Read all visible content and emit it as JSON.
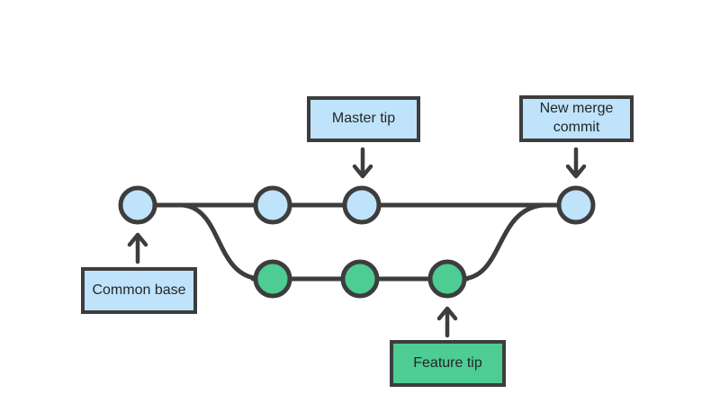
{
  "diagram": {
    "labels": {
      "master_tip": "Master tip",
      "new_merge_commit": "New merge\ncommit",
      "common_base": "Common base",
      "feature_tip": "Feature tip"
    },
    "colors": {
      "master_commit_fill": "#BEE3FB",
      "feature_commit_fill": "#4DCC93",
      "line_stroke": "#3D3D3D",
      "label_text": "#262626",
      "background": "#FFFFFF"
    },
    "counts": {
      "master_commits": 4,
      "feature_commits": 3
    }
  }
}
